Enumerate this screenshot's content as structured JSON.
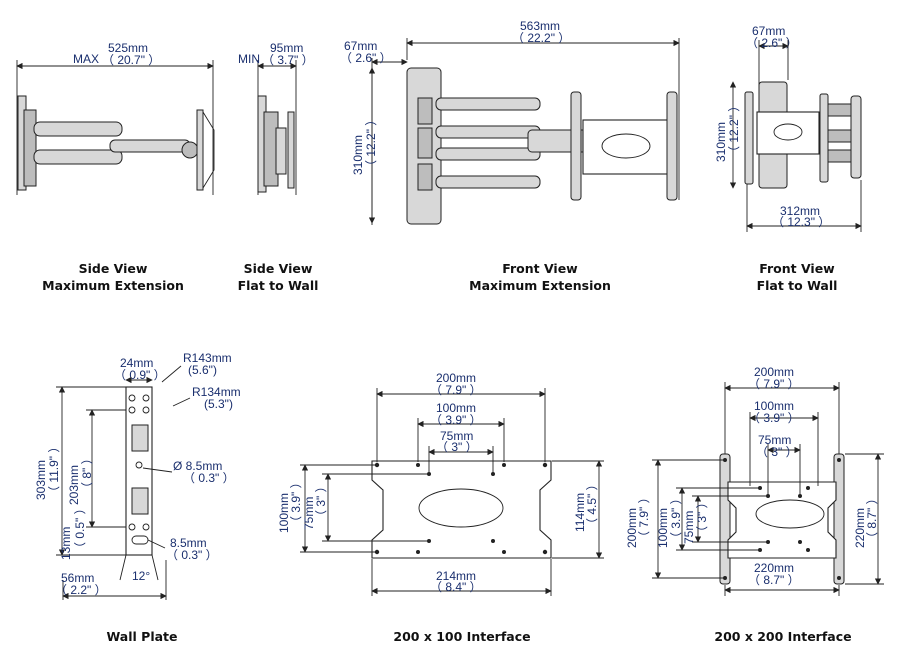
{
  "views": {
    "side_max": {
      "caption1": "Side View",
      "caption2": "Maximum Extension",
      "prefix": "MAX",
      "dim_mm": "525mm",
      "dim_in": "（ 20.7\" ）"
    },
    "side_flat": {
      "caption1": "Side View",
      "caption2": "Flat to Wall",
      "prefix": "MIN",
      "dim_mm": "95mm",
      "dim_in": "（ 3.7\" ）"
    },
    "front_max": {
      "caption1": "Front View",
      "caption2": "Maximum Extension",
      "w_mm": "563mm",
      "w_in": "（ 22.2\" ）",
      "off_mm": "67mm",
      "off_in": "（ 2.6\" ）",
      "h_mm": "310mm",
      "h_in": "（ 12.2\" ）"
    },
    "front_flat": {
      "caption1": "Front View",
      "caption2": "Flat to Wall",
      "off_mm": "67mm",
      "off_in": "（ 2.6\" ）",
      "h_mm": "310mm",
      "h_in": "（ 12.2\" ）",
      "w_mm": "312mm",
      "w_in": "（ 12.3\" ）"
    },
    "wall_plate": {
      "caption": "Wall Plate",
      "top_mm": "24mm",
      "top_in": "（ 0.9\" ）",
      "r1_mm": "R143mm",
      "r1_in": "(5.6\")",
      "r2_mm": "R134mm",
      "r2_in": "(5.3\")",
      "h_mm": "303mm",
      "h_in": "（ 11.9\" ）",
      "h2_mm": "203mm",
      "h2_in": "（ 8\" ）",
      "hole_mm": "Ø 8.5mm",
      "hole_in": "（ 0.3\" ）",
      "slot_mm": "8.5mm",
      "slot_in": "（ 0.3\" ）",
      "b_mm": "13mm",
      "b_in": "（ 0.5\" ）",
      "w_mm": "56mm",
      "w_in": "（ 2.2\" ）",
      "angle": "12°"
    },
    "iface_200x100": {
      "caption": "200 x 100 Interface",
      "w200_mm": "200mm",
      "w200_in": "（ 7.9\" ）",
      "w100_mm": "100mm",
      "w100_in": "（ 3.9\" ）",
      "w75_mm": "75mm",
      "w75_in": "（ 3\" ）",
      "h100_mm": "100mm",
      "h100_in": "（ 3.9\" ）",
      "h75_mm": "75mm",
      "h75_in": "（ 3\" ）",
      "h114_mm": "114mm",
      "h114_in": "（ 4.5\" ）",
      "w214_mm": "214mm",
      "w214_in": "（ 8.4\" ）"
    },
    "iface_200x200": {
      "caption": "200 x 200 Interface",
      "w200_mm": "200mm",
      "w200_in": "（ 7.9\" ）",
      "w100_mm": "100mm",
      "w100_in": "（ 3.9\" ）",
      "w75_mm": "75mm",
      "w75_in": "（ 3\" ）",
      "h200_mm": "200mm",
      "h200_in": "（ 7.9\" ）",
      "h100_mm": "100mm",
      "h100_in": "（ 3.9\" ）",
      "h75_mm": "75mm",
      "h75_in": "（ 3\" ）",
      "h220_mm": "220mm",
      "h220_in": "（ 8.7\" ）",
      "w220_mm": "220mm",
      "w220_in": "（ 8.7\" ）"
    }
  }
}
